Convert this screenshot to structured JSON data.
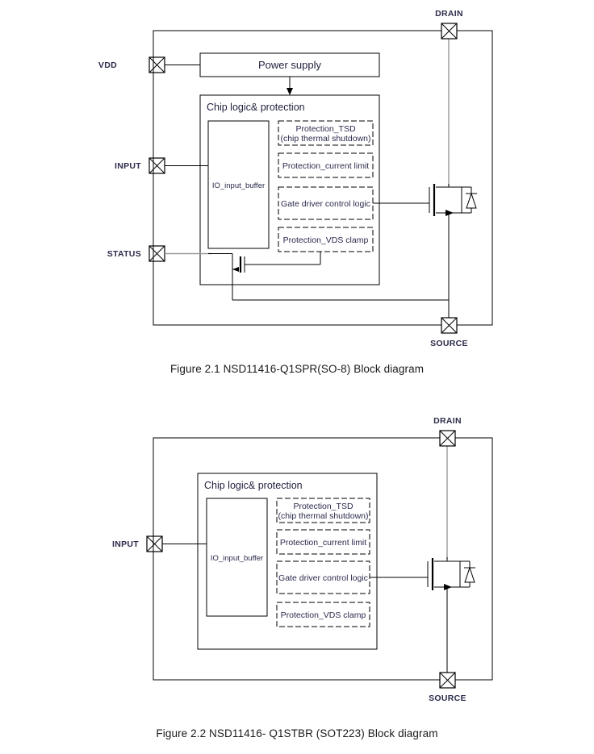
{
  "document": {
    "type": "datasheet-block-diagrams"
  },
  "figure1": {
    "caption": "Figure 2.1 NSD11416-Q1SPR(SO-8) Block diagram",
    "pins": {
      "vdd": "VDD",
      "input": "INPUT",
      "status": "STATUS",
      "drain": "DRAIN",
      "source": "SOURCE"
    },
    "blocks": {
      "power_supply": "Power supply",
      "chip_logic": "Chip logic& protection",
      "io_buffer": "IO_input_buffer",
      "protection_tsd_line1": "Protection_TSD",
      "protection_tsd_line2": "(chip thermal shutdown)",
      "protection_current_limit": "Protection_current limit",
      "gate_driver": "Gate driver control logic",
      "protection_vds": "Protection_VDS clamp"
    }
  },
  "figure2": {
    "caption": "Figure 2.2 NSD11416- Q1STBR (SOT223) Block diagram",
    "pins": {
      "input": "INPUT",
      "drain": "DRAIN",
      "source": "SOURCE"
    },
    "blocks": {
      "chip_logic": "Chip logic& protection",
      "io_buffer": "IO_input_buffer",
      "protection_tsd_line1": "Protection_TSD",
      "protection_tsd_line2": "(chip thermal shutdown)",
      "protection_current_limit": "Protection_current limit",
      "gate_driver": "Gate driver control logic",
      "protection_vds": "Protection_VDS clamp"
    }
  },
  "colors": {
    "line": "#000000",
    "text": "#1f1f3d",
    "gray_wire": "#9a9a9a",
    "background": "#ffffff"
  }
}
